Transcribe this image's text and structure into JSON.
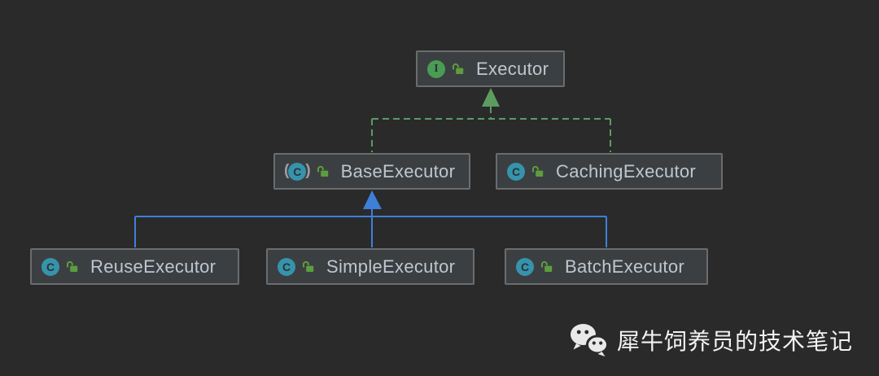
{
  "colors": {
    "background": "#2A2A2B",
    "node_fill": "#3C3F41",
    "node_border": "#6A6C6E",
    "label_text": "#BDC7D1",
    "interface_green": "#499C54",
    "class_teal": "#3594AC",
    "lock_green": "#5C9D40",
    "implements_edge_green": "#5B9C5F",
    "extends_edge_blue": "#3E80D8",
    "watermark_text": "#F3F3F3",
    "watermark_icon": "#E9E9E9"
  },
  "diagram": {
    "nodes": [
      {
        "id": "executor",
        "label": "Executor",
        "kind": "interface",
        "icon_letter": "I",
        "visibility": "public"
      },
      {
        "id": "base-executor",
        "label": "BaseExecutor",
        "kind": "abstract-class",
        "icon_letter": "C",
        "visibility": "public"
      },
      {
        "id": "caching-executor",
        "label": "CachingExecutor",
        "kind": "class",
        "icon_letter": "C",
        "visibility": "public"
      },
      {
        "id": "reuse-executor",
        "label": "ReuseExecutor",
        "kind": "class",
        "icon_letter": "C",
        "visibility": "public"
      },
      {
        "id": "simple-executor",
        "label": "SimpleExecutor",
        "kind": "class",
        "icon_letter": "C",
        "visibility": "public"
      },
      {
        "id": "batch-executor",
        "label": "BatchExecutor",
        "kind": "class",
        "icon_letter": "C",
        "visibility": "public"
      }
    ],
    "edges": [
      {
        "from": "BaseExecutor",
        "to": "Executor",
        "type": "implements",
        "style": "dashed-green"
      },
      {
        "from": "CachingExecutor",
        "to": "Executor",
        "type": "implements",
        "style": "dashed-green"
      },
      {
        "from": "ReuseExecutor",
        "to": "BaseExecutor",
        "type": "extends",
        "style": "solid-blue"
      },
      {
        "from": "SimpleExecutor",
        "to": "BaseExecutor",
        "type": "extends",
        "style": "solid-blue"
      },
      {
        "from": "BatchExecutor",
        "to": "BaseExecutor",
        "type": "extends",
        "style": "solid-blue"
      }
    ],
    "abstract_paren_left": "(",
    "abstract_paren_right": ")"
  },
  "watermark": {
    "text": "犀牛饲养员的技术笔记"
  }
}
